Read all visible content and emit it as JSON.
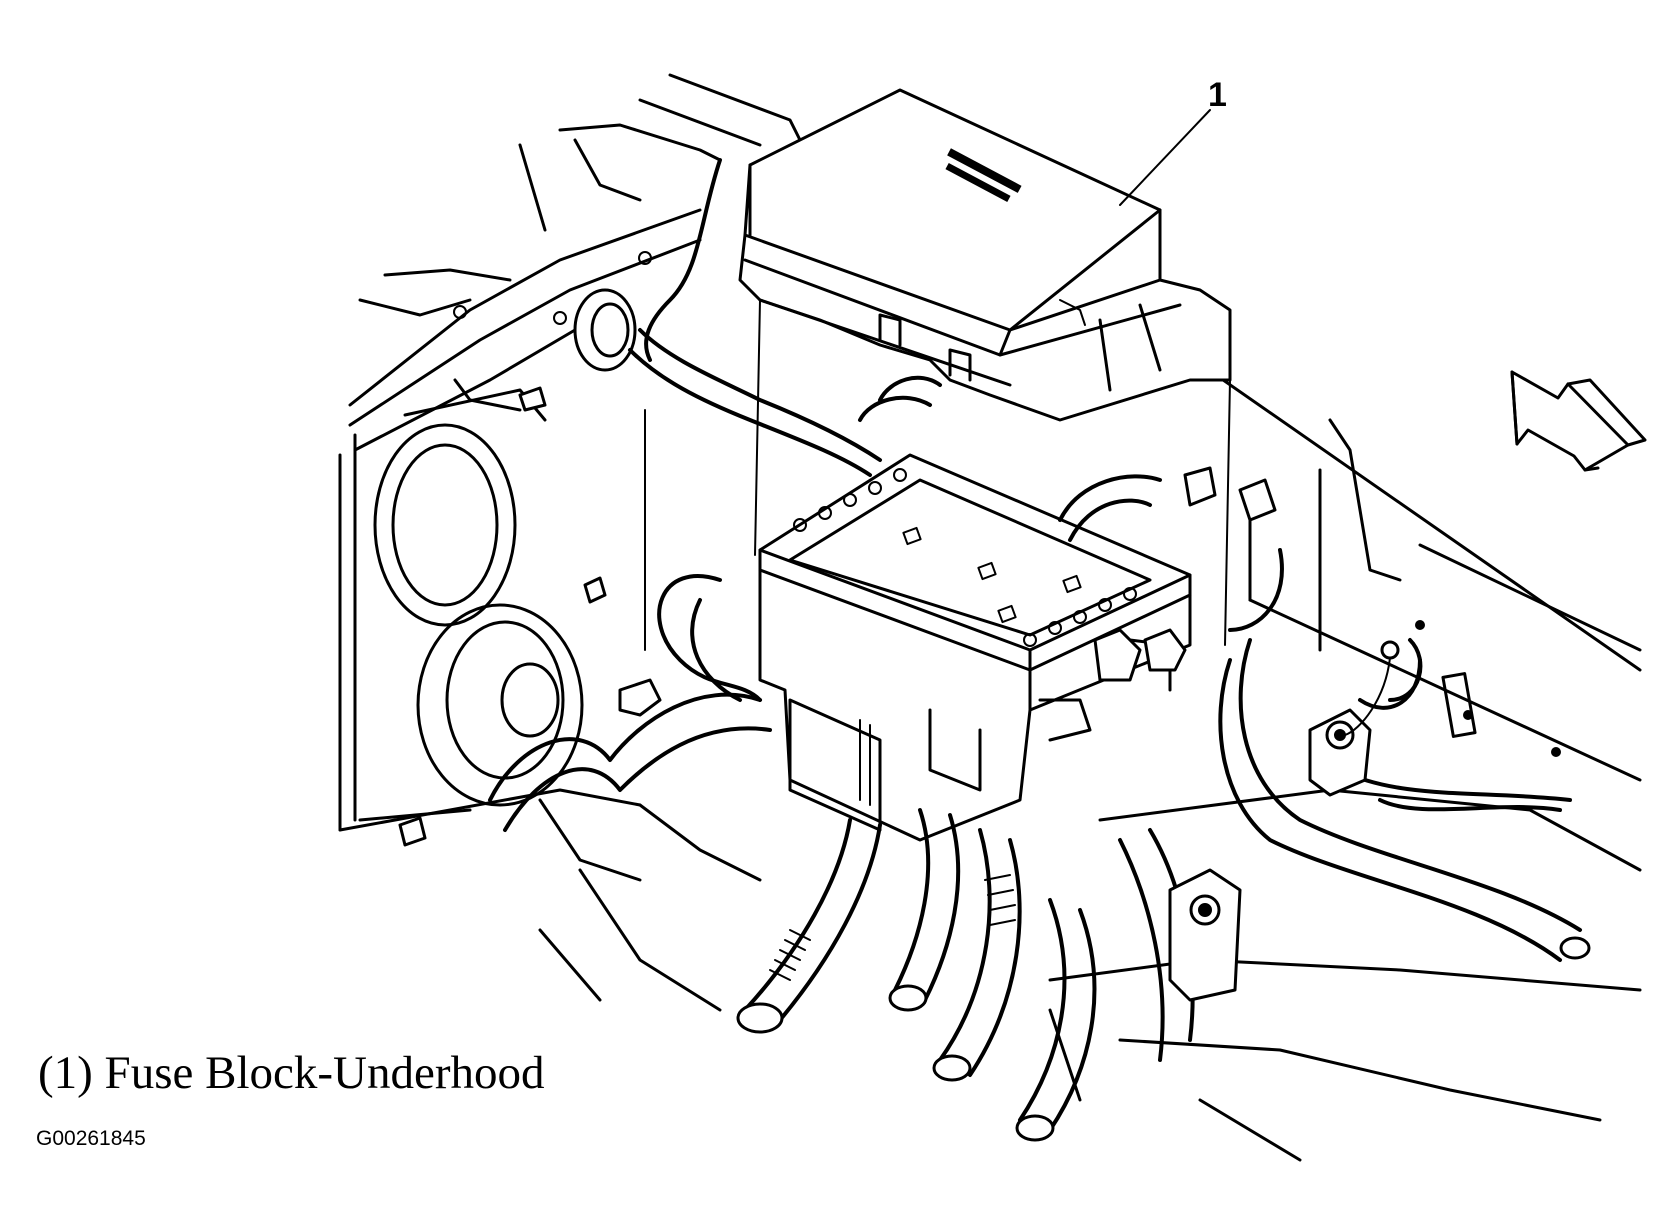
{
  "figure": {
    "caption": "(1) Fuse Block-Underhood",
    "figure_id": "G00261845",
    "callout_number": "1"
  },
  "icons": [
    "direction-arrow-icon"
  ]
}
